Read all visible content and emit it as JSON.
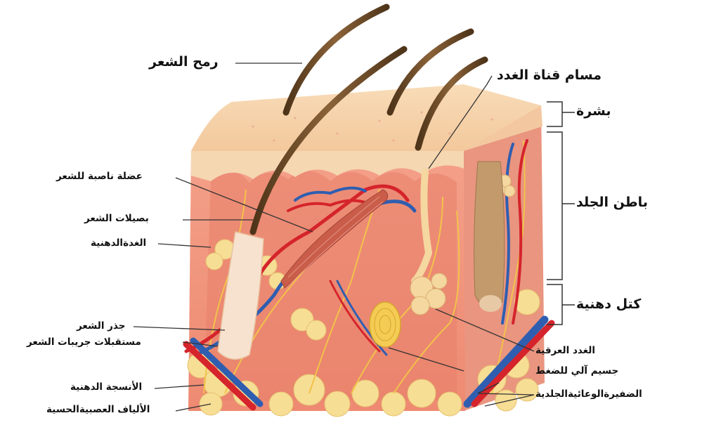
{
  "labels": {
    "hair_shaft": "رمح الشعر",
    "gland_duct_pore": "مسام قناة الغدد",
    "epidermis": "بشرة",
    "dermis": "باطن الجلد",
    "fat_lobules": "كتل دهنية",
    "arrector_pili": "عضلة ناصبة للشعر",
    "hair_follicles": "بصيلات الشعر",
    "sebaceous_gland": "الغدةالدهنية",
    "hair_root": "جذر الشعر",
    "follicle_receptors": "مستقبلات جريبات الشعر",
    "adipose_tissue": "الأنسجة الدهنية",
    "sensory_nerve_fibers": "الألياف العصبيةالحسية",
    "sweat_glands": "الغدد العرقية",
    "pressure_corpuscle": "جسيم آلي للضغط",
    "dermal_vascular_plexus": "الضفيرةالوعائيةالجلدية"
  },
  "colors": {
    "epidermis": "#f6d3ad",
    "dermis": "#f2967e",
    "dermis_dark": "#e8806a",
    "fat": "#f7de95",
    "hair": "#6b4a2a",
    "artery": "#d5242b",
    "vein": "#2f5eb0",
    "nerve": "#f2c24a",
    "text": "#111111"
  }
}
